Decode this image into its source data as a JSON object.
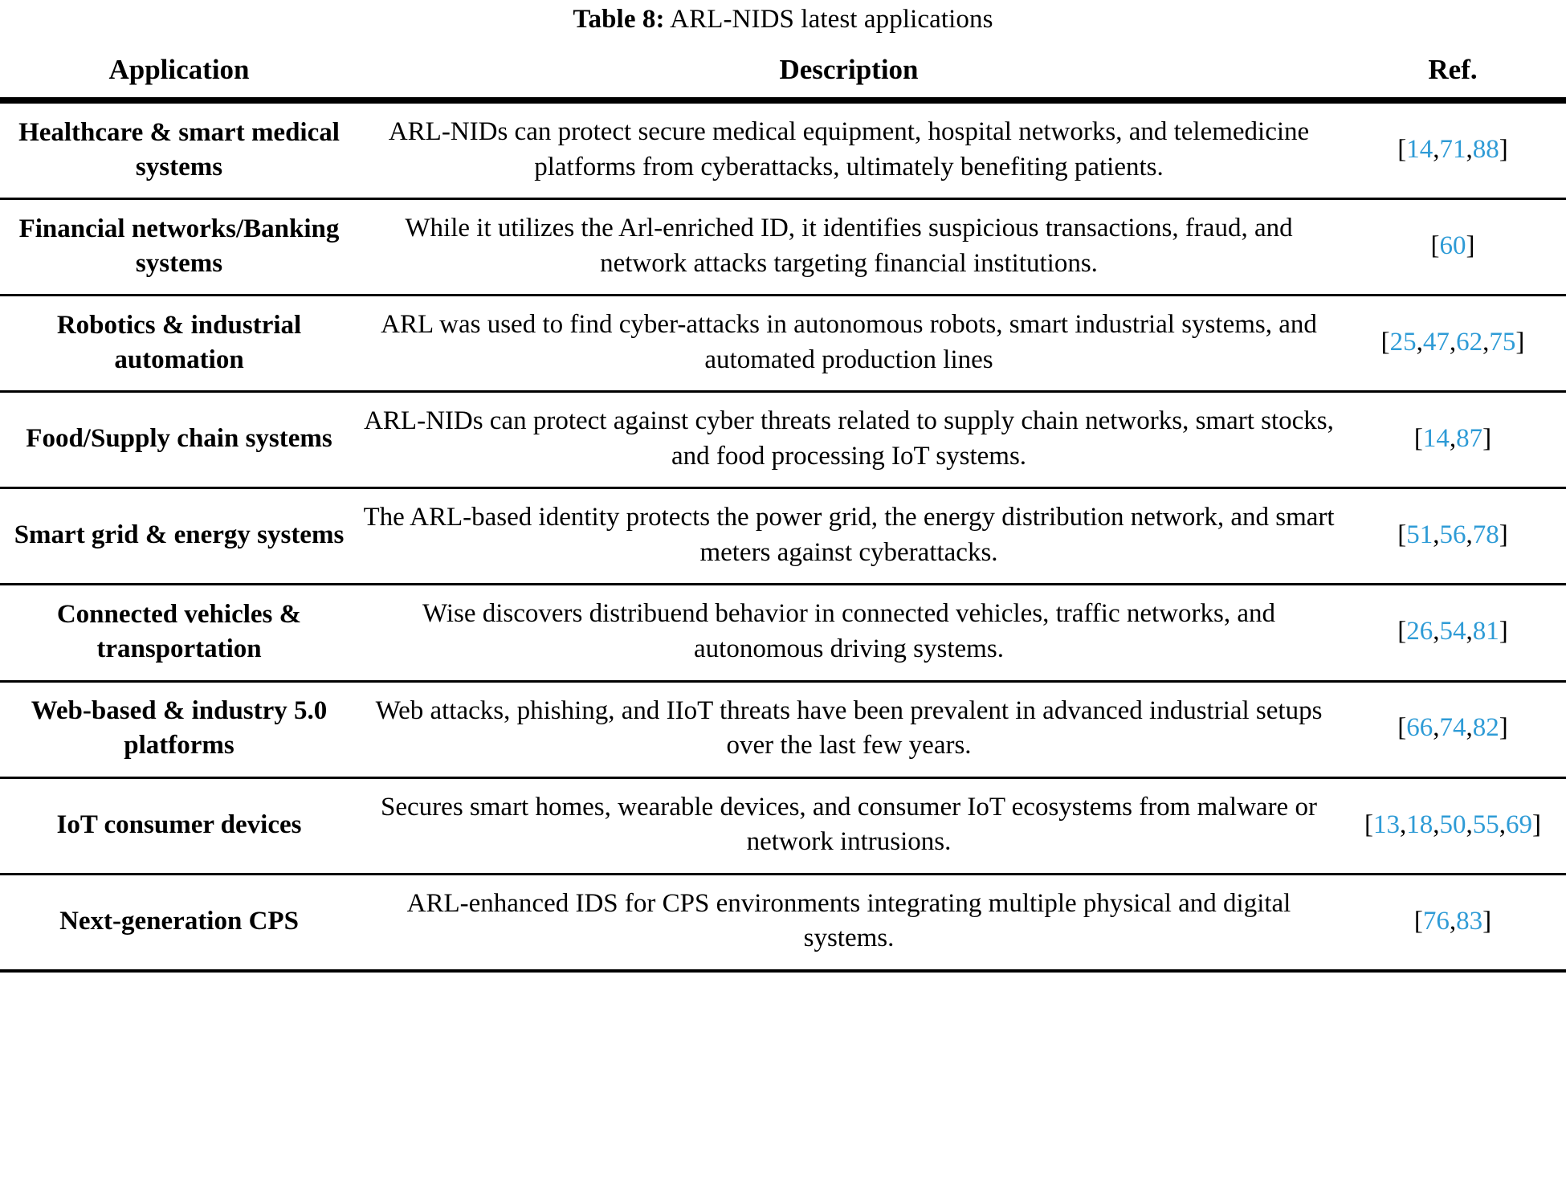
{
  "caption": {
    "label": "Table 8:",
    "text": "ARL-NIDS latest applications"
  },
  "colors": {
    "reference_link": "#2E9BD6",
    "rule": "#000000",
    "text": "#000000",
    "background": "#FFFFFF"
  },
  "columns": [
    {
      "key": "application",
      "header": "Application"
    },
    {
      "key": "description",
      "header": "Description"
    },
    {
      "key": "ref",
      "header": "Ref."
    }
  ],
  "rows": [
    {
      "application": "Healthcare & smart medical systems",
      "description": "ARL-NIDs can protect secure medical equipment, hospital networks, and telemedicine platforms from cyberattacks, ultimately benefiting patients.",
      "refs": [
        "14",
        "71",
        "88"
      ],
      "ref_text": "[14,71,88]"
    },
    {
      "application": "Financial networks/Banking systems",
      "description": "While it utilizes the Arl-enriched ID, it identifies suspicious transactions, fraud, and network attacks targeting financial institutions.",
      "refs": [
        "60"
      ],
      "ref_text": "[60]"
    },
    {
      "application": "Robotics & industrial automation",
      "description": "ARL was used to find cyber-attacks in autonomous robots, smart industrial systems, and automated production lines",
      "refs": [
        "25",
        "47",
        "62",
        "75"
      ],
      "ref_text": "[25,47,62,75]"
    },
    {
      "application": "Food/Supply chain systems",
      "description": "ARL-NIDs can protect against cyber threats related to supply chain networks, smart stocks, and food processing IoT systems.",
      "refs": [
        "14",
        "87"
      ],
      "ref_text": "[14,87]"
    },
    {
      "application": "Smart grid & energy systems",
      "description": "The ARL-based identity protects the power grid, the energy distribution network, and smart meters against cyberattacks.",
      "refs": [
        "51",
        "56",
        "78"
      ],
      "ref_text": "[51,56,78]"
    },
    {
      "application": "Connected vehicles & transportation",
      "description": "Wise discovers distribuend behavior in connected vehicles, traffic networks, and autonomous driving systems.",
      "refs": [
        "26",
        "54",
        "81"
      ],
      "ref_text": "[26,54,81]"
    },
    {
      "application": "Web-based & industry 5.0 platforms",
      "description": "Web attacks, phishing, and IIoT threats have been prevalent in advanced industrial setups over the last few years.",
      "refs": [
        "66",
        "74",
        "82"
      ],
      "ref_text": "[66,74,82]"
    },
    {
      "application": "IoT consumer devices",
      "description": "Secures smart homes, wearable devices, and consumer IoT ecosystems from malware or network intrusions.",
      "refs": [
        "13",
        "18",
        "50",
        "55",
        "69"
      ],
      "ref_text": "[13,18,50,55,69]"
    },
    {
      "application": "Next-generation CPS",
      "description": "ARL-enhanced IDS for CPS environments integrating multiple physical and digital systems.",
      "refs": [
        "76",
        "83"
      ],
      "ref_text": "[76,83]"
    }
  ]
}
